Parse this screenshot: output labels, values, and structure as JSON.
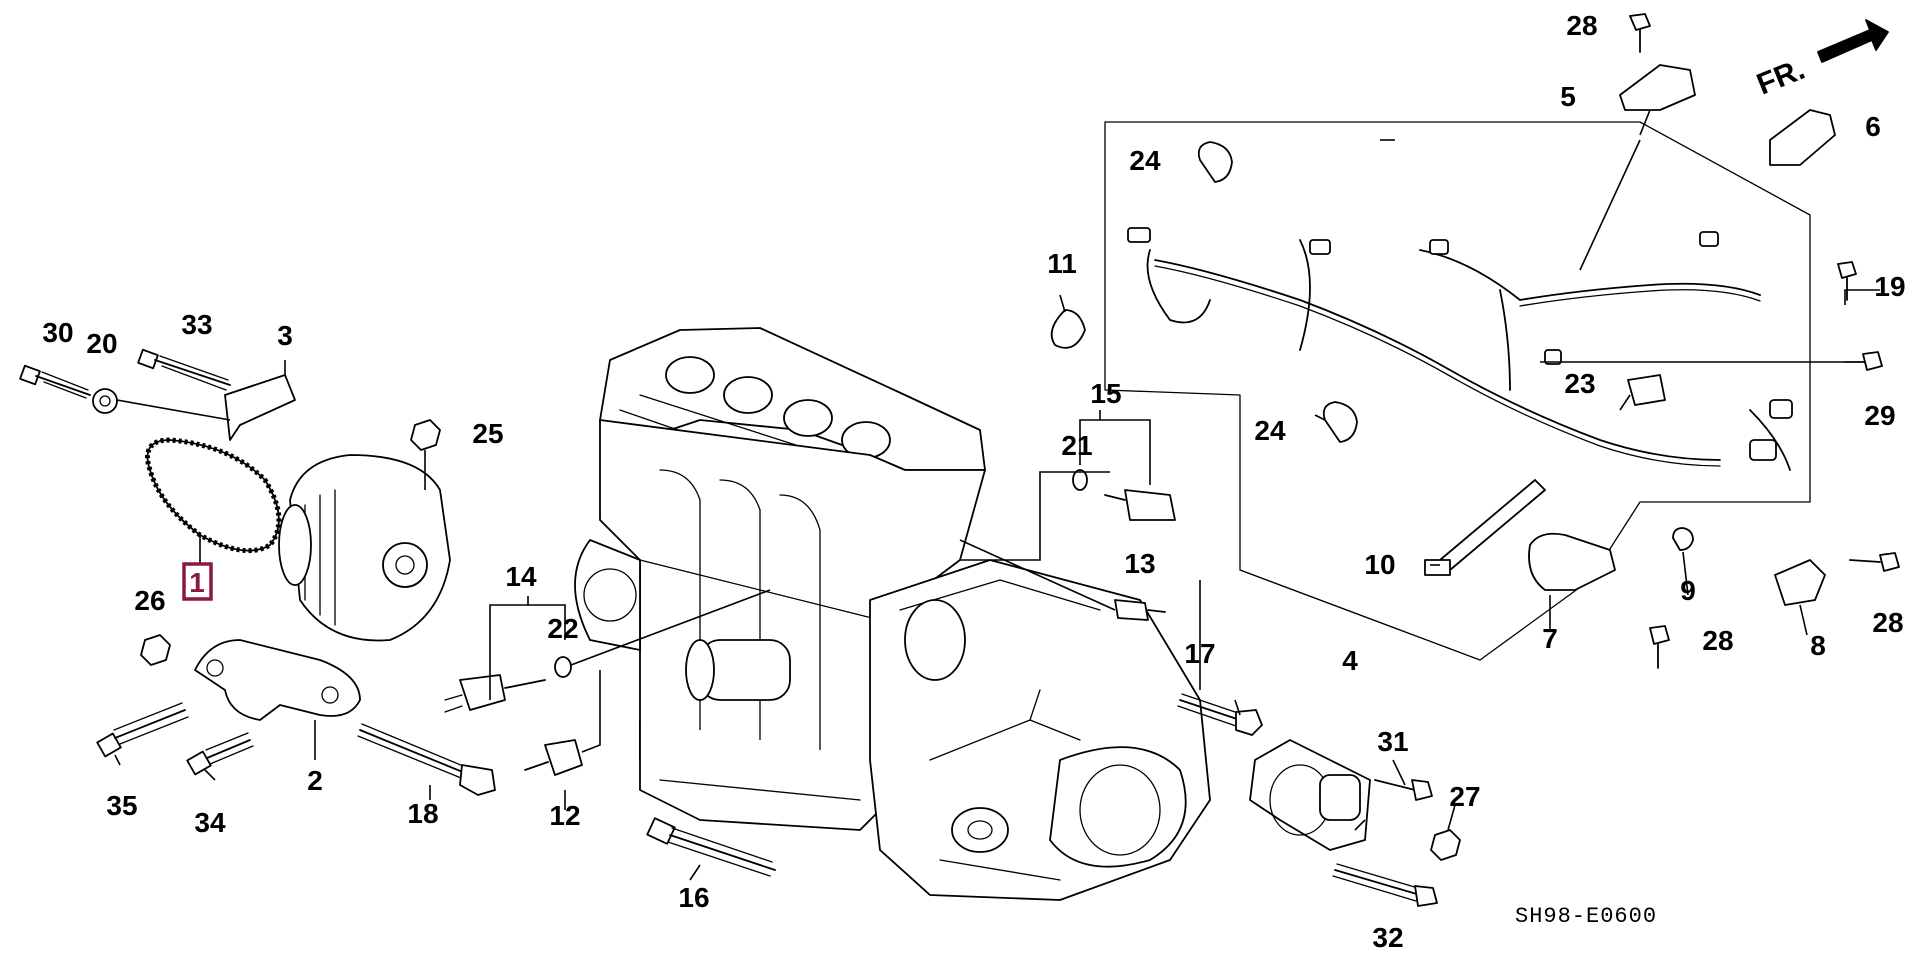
{
  "diagram": {
    "code": "SH98-E0600",
    "direction_label": "FR.",
    "selected_callout": "1",
    "callouts": [
      {
        "id": "c1",
        "label": "1"
      },
      {
        "id": "c2",
        "label": "2"
      },
      {
        "id": "c3",
        "label": "3"
      },
      {
        "id": "c4",
        "label": "4"
      },
      {
        "id": "c5",
        "label": "5"
      },
      {
        "id": "c6",
        "label": "6"
      },
      {
        "id": "c7",
        "label": "7"
      },
      {
        "id": "c8",
        "label": "8"
      },
      {
        "id": "c9",
        "label": "9"
      },
      {
        "id": "c10",
        "label": "10"
      },
      {
        "id": "c11",
        "label": "11"
      },
      {
        "id": "c12",
        "label": "12"
      },
      {
        "id": "c13",
        "label": "13"
      },
      {
        "id": "c14",
        "label": "14"
      },
      {
        "id": "c15",
        "label": "15"
      },
      {
        "id": "c16",
        "label": "16"
      },
      {
        "id": "c17",
        "label": "17"
      },
      {
        "id": "c18",
        "label": "18"
      },
      {
        "id": "c19",
        "label": "19"
      },
      {
        "id": "c20",
        "label": "20"
      },
      {
        "id": "c21",
        "label": "21"
      },
      {
        "id": "c22",
        "label": "22"
      },
      {
        "id": "c23",
        "label": "23"
      },
      {
        "id": "c24a",
        "label": "24"
      },
      {
        "id": "c24b",
        "label": "24"
      },
      {
        "id": "c25",
        "label": "25"
      },
      {
        "id": "c26",
        "label": "26"
      },
      {
        "id": "c27",
        "label": "27"
      },
      {
        "id": "c28a",
        "label": "28"
      },
      {
        "id": "c28b",
        "label": "28"
      },
      {
        "id": "c28c",
        "label": "28"
      },
      {
        "id": "c29",
        "label": "29"
      },
      {
        "id": "c30",
        "label": "30"
      },
      {
        "id": "c31",
        "label": "31"
      },
      {
        "id": "c32",
        "label": "32"
      },
      {
        "id": "c33",
        "label": "33"
      },
      {
        "id": "c34",
        "label": "34"
      },
      {
        "id": "c35",
        "label": "35"
      }
    ]
  }
}
